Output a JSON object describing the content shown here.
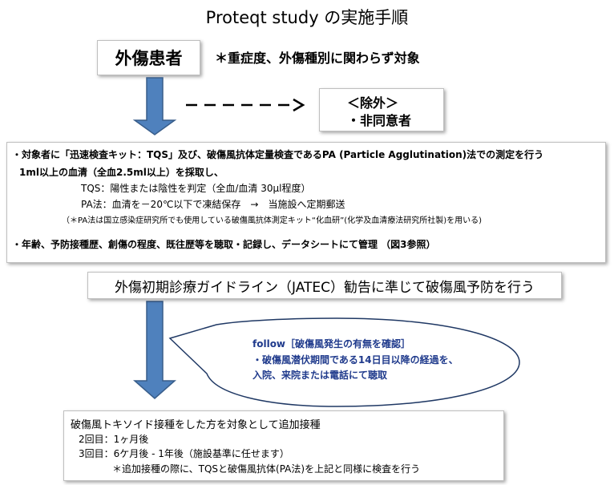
{
  "title": "Proteqt study の実施手順",
  "patient_box": {
    "label": "外傷患者"
  },
  "patient_note": "＊重症度、外傷種別に関わらず対象",
  "exclusion": {
    "heading": "＜除外＞",
    "item": "・非同意者"
  },
  "procedure": {
    "line1": "・対象者に「迅速検査キット：TQS」及び、破傷風抗体定量検査であるPA (Particle Agglutination)法での測定を行う",
    "line2": "1ml以上の血清（全血2.5ml以上）を採取し、",
    "line3": "TQS：陽性または陰性を判定（全血/血清 30μl程度）",
    "line4": "PA法：血清を－20℃以下で凍結保存　→　当施設へ定期郵送",
    "line5": "（＊PA法は国立感染症研究所でも使用している破傷風抗体測定キット“化血研”(化学及血清療法研究所社製)を用いる)",
    "line6": "・年齢、予防接種歴、創傷の程度、既往歴等を聴取・記録し、データシートにて管理 （図3参照）"
  },
  "guideline": "外傷初期診療ガイドライン（JATEC）勧告に準じて破傷風予防を行う",
  "followup": {
    "line1": "follow［破傷風発生の有無を確認］",
    "line2": "・破傷風潜伏期間である14日目以降の経過を、",
    "line3": "入院、来院または電話にて聴取"
  },
  "booster": {
    "line1": "破傷風トキソイド接種をした方を対象として追加接種",
    "line2": "2回目：1ヶ月後",
    "line3": "3回目：6ケ月後 - 1年後（施設基準に任せます）",
    "line4": "＊追加接種の際に、TQSと破傷風抗体(PA法)を上記と同様に検査を行う"
  },
  "colors": {
    "arrow": "#4f81bd",
    "arrow_border": "#385d8a",
    "bubble_text": "#1f3a8c"
  }
}
